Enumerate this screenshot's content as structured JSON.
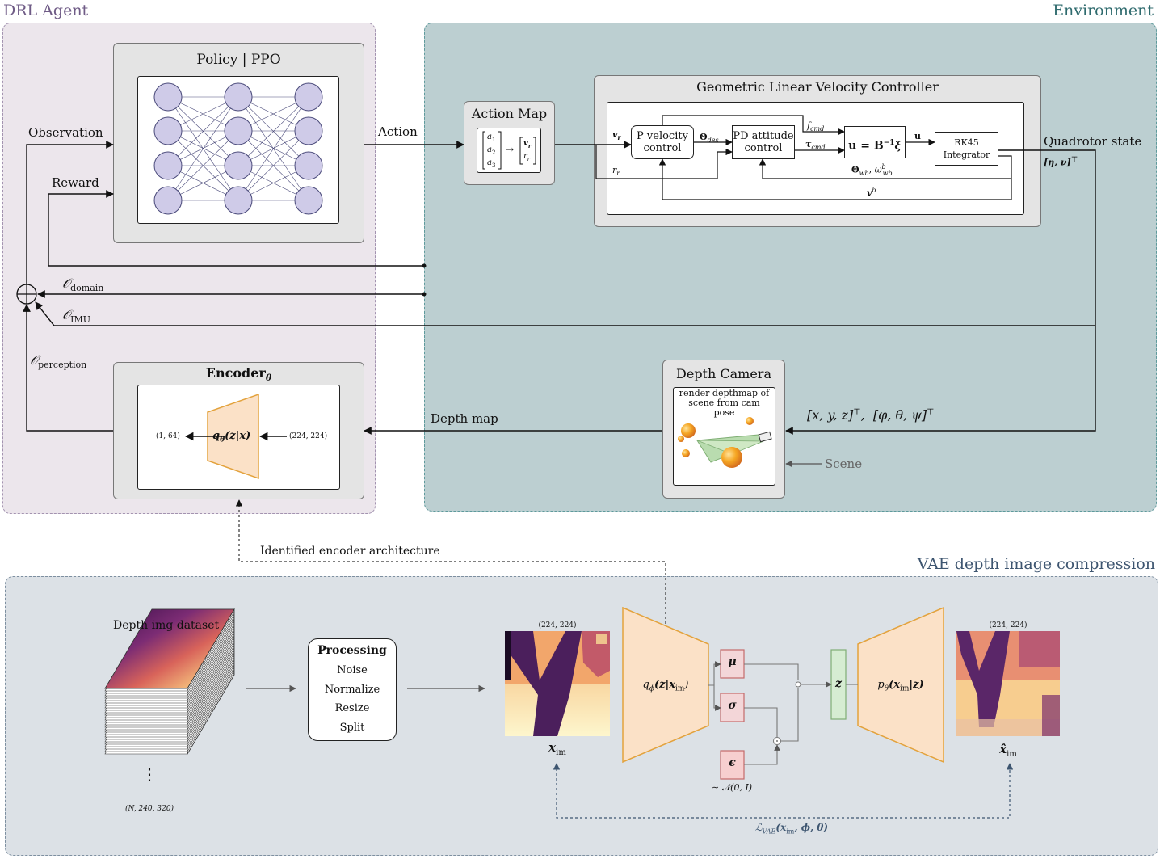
{
  "regions": {
    "drl_agent": "DRL Agent",
    "environment": "Environment",
    "vae": "VAE depth image compression"
  },
  "policy": {
    "title": "Policy | PPO"
  },
  "encoder": {
    "title": "Encoder",
    "title_sub": "θ",
    "fn": "q",
    "fn_sub": "θ",
    "fn_arg": "(z|x)",
    "out_shape": "(1, 64)",
    "in_shape": "(224, 224)"
  },
  "signals": {
    "observation": "Observation",
    "reward": "Reward",
    "action": "Action",
    "o_domain": "𝒪",
    "o_domain_sub": "domain",
    "o_imu": "𝒪",
    "o_imu_sub": "IMU",
    "o_perception": "𝒪",
    "o_perception_sub": "perception",
    "depth_map": "Depth map",
    "quadrotor_state": "Quadrotor state",
    "state_vec": "[η, ν]",
    "pose_vec": "[x, y, z]",
    "att_vec": "[φ, θ, ψ]",
    "transpose": "⊤",
    "scene": "Scene",
    "identified": "Identified encoder architecture"
  },
  "action_map": {
    "title": "Action Map",
    "a1": "a",
    "a2": "a",
    "a3": "a",
    "s1": "1",
    "s2": "2",
    "s3": "3",
    "arrow": "→",
    "vr": "v",
    "rr": "r",
    "sub_r": "r"
  },
  "controller": {
    "title": "Geometric Linear Velocity Controller",
    "p_ctrl": "P velocity control",
    "pd_ctrl": "PD attitude control",
    "mix": "u = B",
    "mix_sup": "−1",
    "mix_tail": "ξ",
    "rk45": "RK45 Integrator",
    "vr": "v",
    "vr_sub": "r",
    "rr": "r",
    "rr_sub": "r",
    "theta_des": "Θ",
    "theta_des_sub": "des",
    "f_cmd": "f",
    "f_cmd_sub": "cmd",
    "tau_cmd": "τ",
    "tau_cmd_sub": "cmd",
    "u": "u",
    "theta_wb": "Θ",
    "theta_wb_sub": "wb",
    "omega_wb": "ω",
    "omega_wb_sub": "wb",
    "omega_wb_sup": "b",
    "vb": "v",
    "vb_sup": "b"
  },
  "camera": {
    "title": "Depth Camera",
    "caption": "render depthmap of scene from cam pose"
  },
  "vae_section": {
    "dataset": "Depth img dataset",
    "dataset_shape": "(N, 240, 320)",
    "dots": "⋮",
    "processing_title": "Processing",
    "processing_steps": [
      "Noise",
      "Normalize",
      "Resize",
      "Split"
    ],
    "in_shape": "(224, 224)",
    "out_shape": "(224, 224)",
    "x_im": "x",
    "x_im_sub": "im",
    "x_hat": "x̂",
    "x_hat_sub": "im",
    "enc_fn": "q",
    "enc_sub": "ϕ",
    "enc_arg": "(z|x",
    "enc_arg_sub": "im",
    "enc_close": ")",
    "dec_fn": "p",
    "dec_sub": "θ",
    "dec_arg": "(x",
    "dec_arg_sub": "im",
    "dec_close": "|z)",
    "mu": "μ",
    "sigma": "σ",
    "eps": "ϵ",
    "z": "z",
    "noise": "∼ 𝒩(0, I)",
    "loss": "ℒ",
    "loss_sub": "VAE",
    "loss_arg": "(x",
    "loss_arg_sub": "im",
    "loss_tail": ", ϕ, θ)"
  },
  "colors": {
    "drl_bg": "#ece6ec",
    "env_bg": "#bccfd1",
    "vae_bg": "#dce1e6",
    "neuron": "#cfcbe8",
    "trapezoid": "#fbe1c7",
    "mu_sigma": "#f3d6d8",
    "z_latent": "#d6ecd2"
  }
}
